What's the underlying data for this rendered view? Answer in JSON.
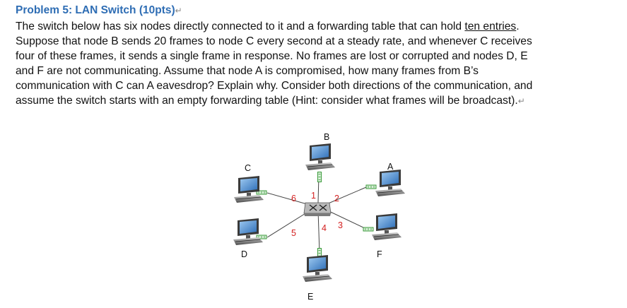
{
  "problem": {
    "title": "Problem 5:  LAN Switch (10pts)",
    "lines": [
      [
        "The switch below has six nodes directly connected to it and a forwarding table that can hold ",
        "ten entries",
        "."
      ],
      [
        "Suppose that node B sends 20 frames to node C every second at a steady rate, and whenever C receives",
        "",
        ""
      ],
      [
        "four of these frames, it sends a single frame in response. No frames are lost or corrupted and nodes D, E",
        "",
        ""
      ],
      [
        "and F are not communicating. Assume that node A is compromised, how many frames from B’s",
        "",
        ""
      ],
      [
        "communication with C can A eavesdrop? Explain why. Consider both directions of the communication, and",
        "",
        ""
      ],
      [
        "assume the switch starts with an empty forwarding table (Hint: consider what frames will be broadcast).",
        "",
        ""
      ]
    ]
  },
  "diagram": {
    "nodes": {
      "A": "A",
      "B": "B",
      "C": "C",
      "D": "D",
      "E": "E",
      "F": "F"
    },
    "ports": {
      "p1": "1",
      "p2": "2",
      "p3": "3",
      "p4": "4",
      "p5": "5",
      "p6": "6"
    }
  }
}
